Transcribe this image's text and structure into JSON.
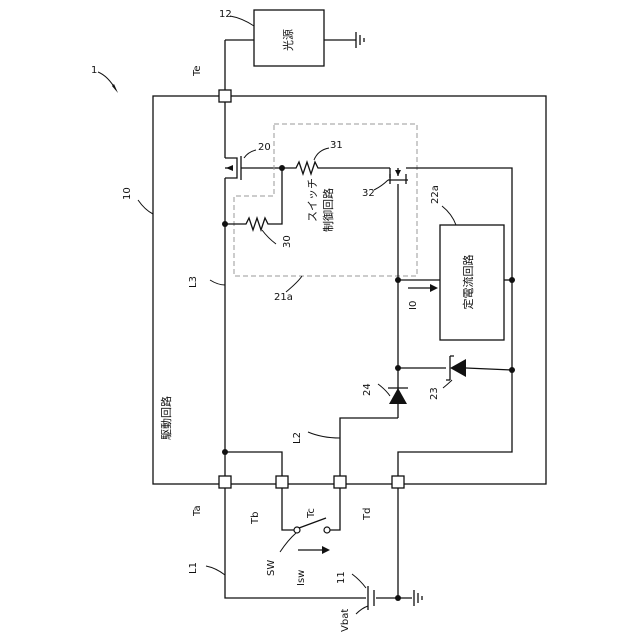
{
  "figure_ref": "1",
  "drive_circuit": {
    "ref": "10",
    "label": "駆動回路"
  },
  "light_source": {
    "ref": "12",
    "label": "光源"
  },
  "battery": {
    "ref": "11",
    "label": "Vbat"
  },
  "switch": {
    "label": "SW",
    "current_label": "Isw"
  },
  "switch_control_circuit": {
    "ref": "21a",
    "label": "スイッチ制御回路"
  },
  "constant_current_circuit": {
    "ref": "22a",
    "label": "定電流回路"
  },
  "transistor_20": {
    "ref": "20"
  },
  "transistor_32": {
    "ref": "32"
  },
  "resistor_31": {
    "ref": "31"
  },
  "resistor_30": {
    "ref": "30"
  },
  "diode_24": {
    "ref": "24"
  },
  "zener_23": {
    "ref": "23"
  },
  "current_i0": {
    "label": "I0"
  },
  "terminals": {
    "te": "Te",
    "ta": "Ta",
    "tb": "Tb",
    "tc": "Tc",
    "td": "Td"
  },
  "lines": {
    "l1": "L1",
    "l2": "L2",
    "l3": "L3"
  }
}
